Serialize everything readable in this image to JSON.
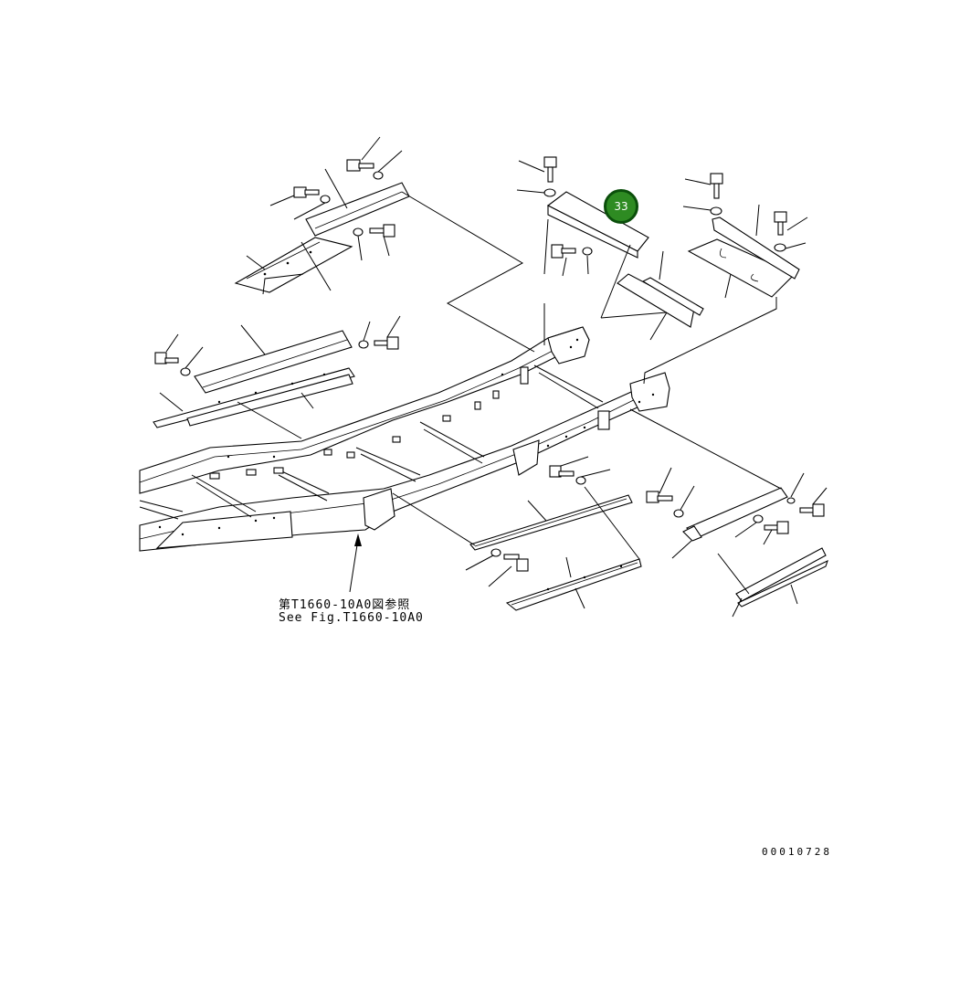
{
  "reference": {
    "jp_text": "第T1660-10A0図参照",
    "en_text": "See Fig.T1660-10A0"
  },
  "drawing_number": "00010728",
  "callout": {
    "label": "33",
    "color": "#2e8b22",
    "border_color": "#0b4f0b"
  }
}
